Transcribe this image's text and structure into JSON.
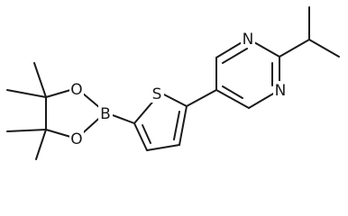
{
  "molecule": {
    "atoms": {
      "thiophene_s": "S",
      "pyrimidine_n1": "N",
      "pyrimidine_n3": "N",
      "boron": "B",
      "dioxaborolane_o_top": "O",
      "dioxaborolane_o_bottom": "O"
    }
  }
}
